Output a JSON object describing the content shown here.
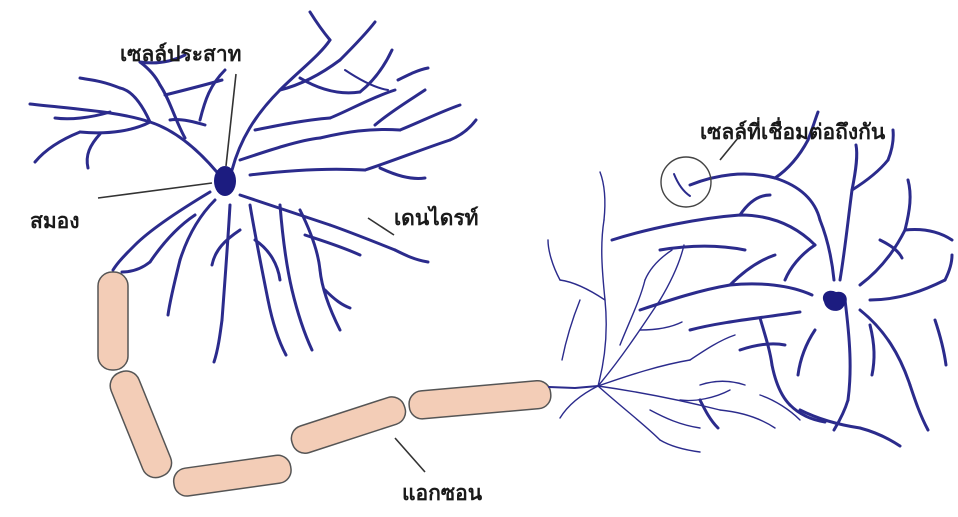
{
  "diagram": {
    "labels": {
      "neuron": "เซลล์ประสาท",
      "nucleus": "สมอง",
      "dendrite": "เดนไดรท์",
      "synapse": "เซลล์ที่เชื่อมต่อถึงกัน",
      "axon": "แอกซอน"
    },
    "colors": {
      "cell_outline": "#2b2b8c",
      "nucleus_fill": "#1c1c80",
      "myelin_fill": "#f3cdb7",
      "myelin_stroke": "#555555",
      "background": "#ffffff",
      "label_text": "#1a1a1a"
    }
  }
}
